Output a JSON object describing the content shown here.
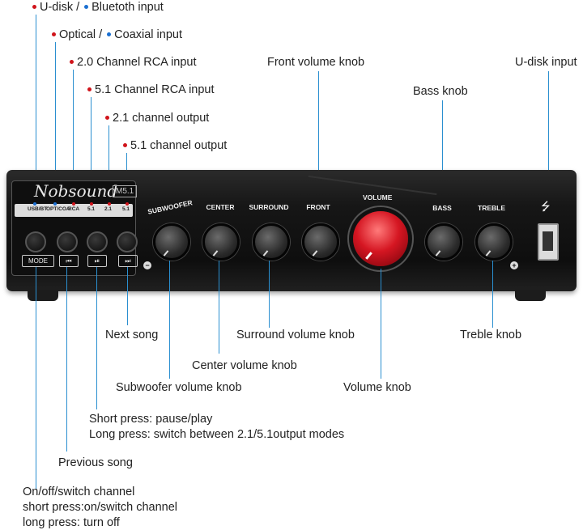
{
  "top_labels": {
    "udisk_bt": {
      "part1": "U-disk",
      "separator": "/",
      "part2": "Bluetoth input"
    },
    "optical_coax": {
      "part1": "Optical",
      "separator": "/",
      "part2": "Coaxial input"
    },
    "rca20": "2.0 Channel RCA input",
    "rca51": "5.1 Channel RCA input",
    "out21": "2.1 channel output",
    "out51": "5.1 channel output",
    "front_knob": "Front volume knob",
    "bass_knob": "Bass knob",
    "udisk_input": "U-disk input"
  },
  "bottom_labels": {
    "next_song": "Next song",
    "surround_knob": "Surround volume knob",
    "treble_knob": "Treble knob",
    "center_knob": "Center volume knob",
    "subwoofer_knob": "Subwoofer volume knob",
    "volume_knob": "Volume knob",
    "play_pause": "Short press: pause/play",
    "play_pause_long": "Long press: switch between 2.1/5.1output modes",
    "previous_song": "Previous song",
    "power_1": "On/off/switch channel",
    "power_2": "short press:on/switch channel",
    "power_3": "long press: turn off"
  },
  "device": {
    "brand": "Nobsound",
    "model": "M5.1",
    "indicators": [
      "USB/BT",
      "OPT/COA",
      "RCA",
      "5.1",
      "2.1",
      "5.1"
    ],
    "buttons": [
      "MODE",
      "⏮",
      "⏯",
      "⏭"
    ],
    "knob_labels": [
      "SUBWOOFER",
      "CENTER",
      "SURROUND",
      "FRONT",
      "VOLUME",
      "BASS",
      "TREBLE"
    ],
    "minus": "−",
    "plus": "+",
    "usb_symbol": "⭍"
  },
  "colors": {
    "accent_line": "#2a8fd0",
    "red_dot": "#d0141b",
    "blue_dot": "#1b6fd1",
    "volume_red": "#d51622"
  }
}
